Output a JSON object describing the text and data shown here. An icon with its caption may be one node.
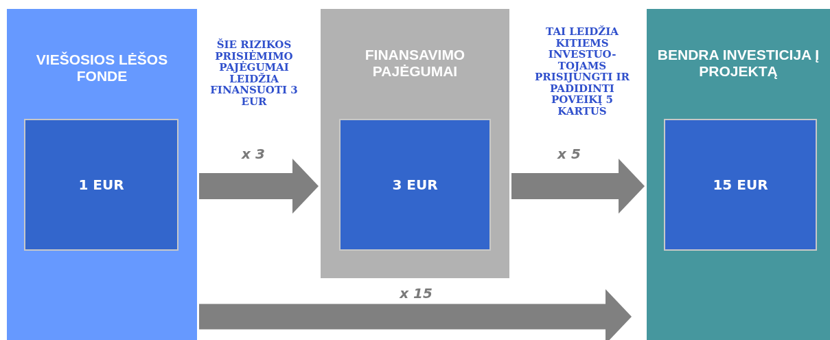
{
  "diagram": {
    "nodes": [
      {
        "text": [
          "VIEŠOSIOS LĖŠOS FONDE"
        ]
      },
      {
        "text": [
          "1 EUR"
        ],
        "in": 0
      },
      {
        "text": [
          "FINANSAVIMO PAJĖGUMAI"
        ]
      },
      {
        "text": [
          "3 EUR"
        ],
        "in": 2
      },
      {
        "text": [
          "BENDRA INVESTICIJA Į PROJEKTĄ"
        ]
      },
      {
        "text": [
          "15 EUR"
        ],
        "in": 4
      }
    ],
    "edges": [
      {
        "from": 0,
        "to": 2,
        "arrow": "to",
        "label": "x 3"
      },
      {
        "from": 2,
        "to": 4,
        "arrow": "to",
        "label": "x 5"
      },
      {
        "from": 0,
        "to": 4,
        "arrow": "to",
        "label": "x 15"
      }
    ],
    "labels": [
      "ŠIE RIZIKOS PRISIĖMIMO PAJĖGUMAI LEIDŽIA FINANSUOTI 3 EUR",
      "TAI LEIDŽIA KITIEMS INVESTUO-TOJAMS PRISIJUNGTI IR PADIDINTI POVEIKĮ 5 KARTUS"
    ]
  }
}
